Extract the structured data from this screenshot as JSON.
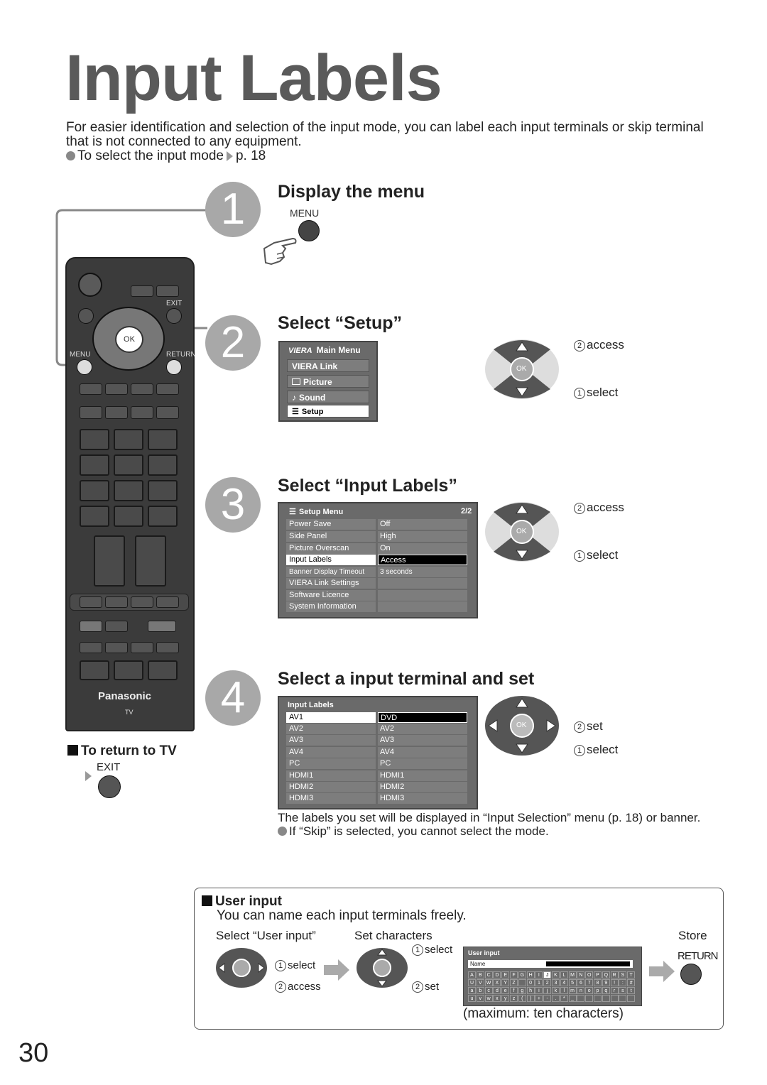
{
  "title": "Input Labels",
  "intro": {
    "text": "For easier identification and selection of the input mode, you can label each input terminals or skip terminal that is not connected to any equipment.",
    "bullet": "To select the input mode",
    "bullet_ref": "p. 18"
  },
  "steps": [
    {
      "num": "1",
      "heading": "Display the menu",
      "button_label": "MENU"
    },
    {
      "num": "2",
      "heading": "Select “Setup”"
    },
    {
      "num": "3",
      "heading": "Select “Input Labels”"
    },
    {
      "num": "4",
      "heading": "Select a input terminal and set"
    }
  ],
  "main_menu": {
    "brand": "VIERA",
    "title": "Main Menu",
    "items": [
      "VIERA Link",
      "Picture",
      "Sound",
      "Setup"
    ]
  },
  "setup_menu": {
    "title": "Setup Menu",
    "page": "2/2",
    "rows": [
      {
        "label": "Power Save",
        "value": "Off"
      },
      {
        "label": "Side Panel",
        "value": "High"
      },
      {
        "label": "Picture Overscan",
        "value": "On"
      },
      {
        "label": "Input Labels",
        "value": "Access"
      },
      {
        "label": "Banner Display Timeout",
        "value": "3 seconds"
      },
      {
        "label": "VIERA Link Settings",
        "value": ""
      },
      {
        "label": "Software Licence",
        "value": ""
      },
      {
        "label": "System Information",
        "value": ""
      }
    ]
  },
  "input_labels_menu": {
    "title": "Input Labels",
    "rows": [
      {
        "label": "AV1",
        "value": "DVD"
      },
      {
        "label": "AV2",
        "value": "AV2"
      },
      {
        "label": "AV3",
        "value": "AV3"
      },
      {
        "label": "AV4",
        "value": "AV4"
      },
      {
        "label": "PC",
        "value": "PC"
      },
      {
        "label": "HDMI1",
        "value": "HDMI1"
      },
      {
        "label": "HDMI2",
        "value": "HDMI2"
      },
      {
        "label": "HDMI3",
        "value": "HDMI3"
      }
    ]
  },
  "controls": {
    "access": "access",
    "select": "select",
    "set": "set",
    "ok": "OK",
    "num1": "1",
    "num2": "2"
  },
  "remote": {
    "exit": "EXIT",
    "menu": "MENU",
    "return": "RETURN",
    "ok": "OK",
    "brand": "Panasonic",
    "tv": "TV"
  },
  "return_to_tv": {
    "heading": "To return to TV",
    "button_label": "EXIT"
  },
  "note": {
    "text": "The labels you set will be displayed in “Input Selection” menu (p. 18) or banner.",
    "bullet": "If “Skip” is selected, you cannot select the mode."
  },
  "user_input": {
    "heading": "User input",
    "desc": "You can name each input terminals freely.",
    "col1": "Select “User input”",
    "col2": "Set characters",
    "col3": "Store",
    "return_label": "RETURN",
    "panel_title": "User input",
    "name_label": "Name",
    "keys": [
      [
        "A",
        "B",
        "C",
        "D",
        "E",
        "F",
        "G",
        "H",
        "I",
        "J",
        "K",
        "L",
        "M",
        "N",
        "O",
        "P",
        "Q",
        "R",
        "S",
        "T"
      ],
      [
        "U",
        "V",
        "W",
        "X",
        "Y",
        "Z",
        "",
        "0",
        "1",
        "2",
        "3",
        "4",
        "5",
        "6",
        "7",
        "8",
        "9",
        "!",
        ":",
        "#"
      ],
      [
        "a",
        "b",
        "c",
        "d",
        "e",
        "f",
        "g",
        "h",
        "i",
        "j",
        "k",
        "l",
        "m",
        "n",
        "o",
        "p",
        "q",
        "r",
        "s",
        "t"
      ],
      [
        "u",
        "v",
        "w",
        "x",
        "y",
        "z",
        "(",
        ")",
        "+",
        "-",
        ".",
        "*",
        "_",
        "",
        "",
        "",
        "",
        "",
        "",
        ""
      ]
    ],
    "max_note": "(maximum: ten characters)"
  },
  "page_number": "30"
}
